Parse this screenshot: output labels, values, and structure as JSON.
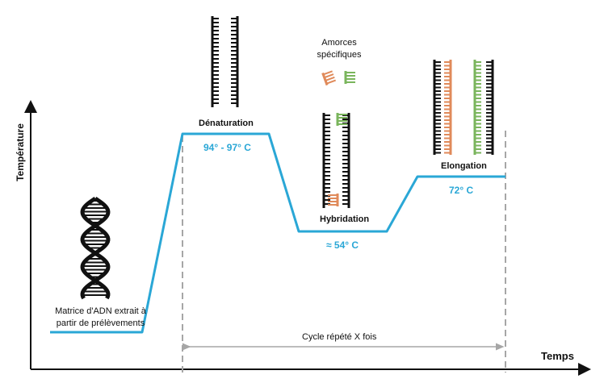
{
  "axes": {
    "y_label": "Température",
    "x_label": "Temps"
  },
  "stages": {
    "template": {
      "label": "Matrice d'ADN extrait à partir de prélèvements"
    },
    "denaturation": {
      "label": "Dénaturation",
      "temperature": "94° - 97° C"
    },
    "hybridation": {
      "label": "Hybridation",
      "temperature": "≈ 54° C"
    },
    "elongation": {
      "label": "Elongation",
      "temperature": "72° C"
    }
  },
  "primers": {
    "label_line1": "Amorces",
    "label_line2": "spécifiques"
  },
  "cycle": {
    "label": "Cycle répété X fois"
  },
  "colors": {
    "curve": "#2aa7d6",
    "primer_orange": "#e08a5a",
    "primer_green": "#7ab55c",
    "dna": "#111111",
    "guide": "#a6a6a6"
  }
}
